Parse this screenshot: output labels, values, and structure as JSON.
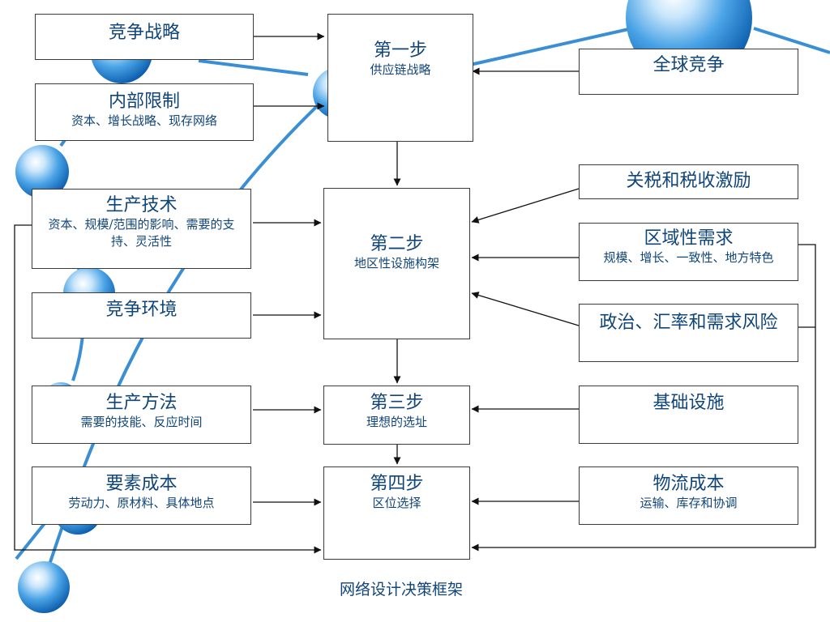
{
  "steps": [
    {
      "title": "第一步",
      "subtitle": "供应链战略"
    },
    {
      "title": "第二步",
      "subtitle": "地区性设施构架"
    },
    {
      "title": "第三步",
      "subtitle": "理想的选址"
    },
    {
      "title": "第四步",
      "subtitle": "区位选择"
    }
  ],
  "left_factors": [
    {
      "title": "竞争战略",
      "subtitle": ""
    },
    {
      "title": "内部限制",
      "subtitle": "资本、增长战略、现存网络"
    },
    {
      "title": "生产技术",
      "subtitle": "资本、规模/范围的影响、需要的支持、灵活性"
    },
    {
      "title": "竞争环境",
      "subtitle": ""
    },
    {
      "title": "生产方法",
      "subtitle": "需要的技能、反应时间"
    },
    {
      "title": "要素成本",
      "subtitle": "劳动力、原材料、具体地点"
    }
  ],
  "right_factors": [
    {
      "title": "全球竞争",
      "subtitle": ""
    },
    {
      "title": "关税和税收激励",
      "subtitle": ""
    },
    {
      "title": "区域性需求",
      "subtitle": "规模、增长、一致性、地方特色"
    },
    {
      "title": "政治、汇率和需求风险",
      "subtitle": ""
    },
    {
      "title": "基础设施",
      "subtitle": ""
    },
    {
      "title": "物流成本",
      "subtitle": "运输、库存和协调"
    }
  ],
  "caption": "网络设计决策框架",
  "colors": {
    "text": "#10457a",
    "decor_line": "#3a8fd4",
    "box_border": "#3a3a3a"
  }
}
